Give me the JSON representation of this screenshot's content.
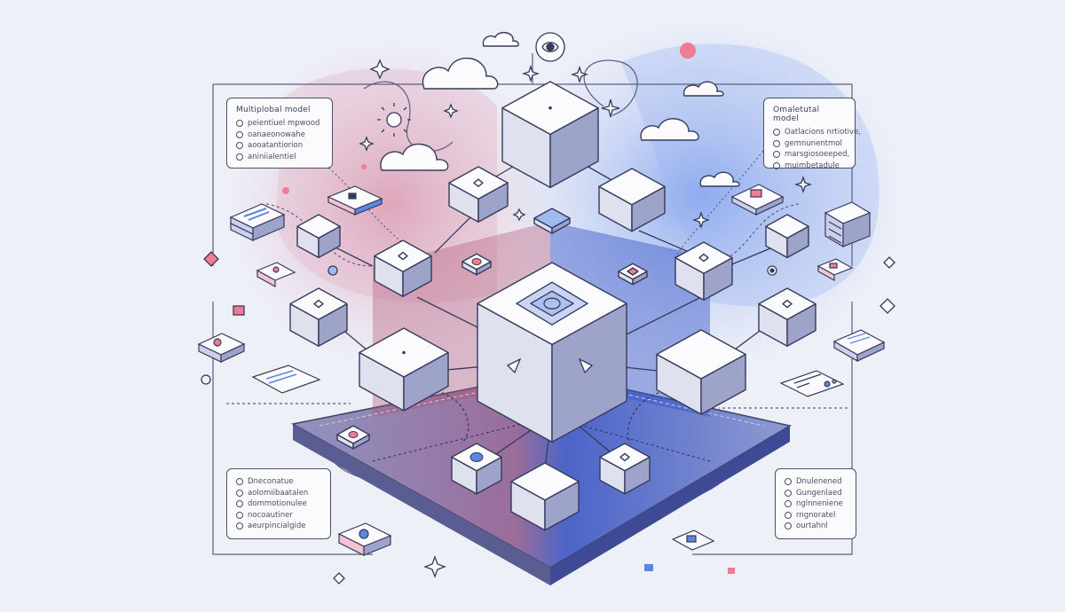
{
  "palette": {
    "background": "#eef0f8",
    "outline": "#4a4f6e",
    "cube_top": "#fbfbfe",
    "cube_left": "#dfe1ee",
    "cube_right": "#9da3c9",
    "pink_glow": "#c9587e",
    "blue_glow": "#3f67d8",
    "platform": "#7c82b6",
    "accent_pink": "#e56b8d",
    "accent_blue": "#5b86e0"
  },
  "panels": {
    "top_left": {
      "title": "Multiplobal model",
      "items": [
        "peientiuel mpwood",
        "oanaeonowahe",
        "aooatantiorion",
        "aniniialentiel"
      ]
    },
    "top_right": {
      "title": "Omaletutal model",
      "items": [
        "Oatlacions nrtiotive,",
        "gemnunentmol",
        "marsgiosoeeped,",
        "muimbetadule"
      ]
    },
    "bottom_left": {
      "items": [
        "Dneconatue",
        "aolomiibaatalen",
        "dommotionulee",
        "nocoautiner",
        "aeurpincialgide"
      ]
    },
    "bottom_right": {
      "items": [
        "Dnulenened",
        "Gungenlaed",
        "nglnneniene",
        "rngnoratel",
        "ourtahnl"
      ]
    }
  },
  "icons": [
    "cloud-icon",
    "sun-icon",
    "eye-icon",
    "sparkle-icon",
    "document-stack-icon",
    "image-card-icon",
    "arrow-icon"
  ]
}
